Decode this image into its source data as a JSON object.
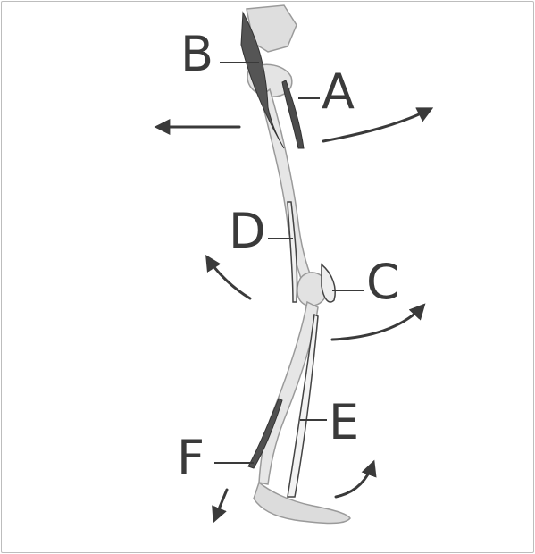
{
  "labels": {
    "A": "A",
    "B": "B",
    "C": "C",
    "D": "D",
    "E": "E",
    "F": "F"
  },
  "colors": {
    "label": "#3a3a3a",
    "arrow": "#3a3a3a",
    "bone_fill": "#e6e6e6",
    "bone_shade": "#bdbdbd",
    "muscle_dark": "#555555",
    "muscle_light": "#eeeeee"
  }
}
